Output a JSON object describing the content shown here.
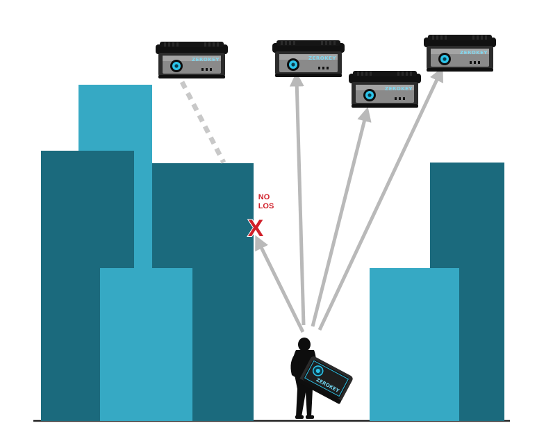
{
  "diagram": {
    "no_los": {
      "line1": "NO",
      "line2": "LOS",
      "mark": "X"
    },
    "device_brand": "ZEROKEY",
    "pack_brand": "ZEROKEY",
    "colors": {
      "building_dark": "#1b6a7d",
      "building_light": "#36a9c4",
      "ray": "#b9b9b9",
      "blocked_ray": "#c8c8c8",
      "no_los": "#d0202a",
      "ground": "#222222",
      "device_body": "#1a1a1a",
      "device_accent": "#2cc4ea"
    },
    "icons": [
      "ceiling-anchor-icon",
      "person-silhouette-icon",
      "tracker-pack-icon",
      "no-line-of-sight-icon"
    ]
  }
}
